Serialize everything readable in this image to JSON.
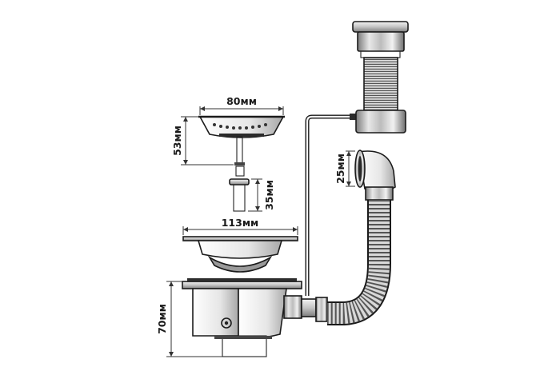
{
  "diagram": {
    "dimensions": {
      "strainer_width": "80мм",
      "strainer_height": "53мм",
      "screw_length": "35мм",
      "flange_width": "113мм",
      "body_height": "70мм",
      "overflow_diameter": "25мм"
    },
    "colors": {
      "outline": "#1b1b1b",
      "metal_light": "#e9e9e9",
      "metal_mid": "#b8b8b8",
      "metal_dark": "#5a5a5a",
      "background": "#ffffff"
    }
  }
}
